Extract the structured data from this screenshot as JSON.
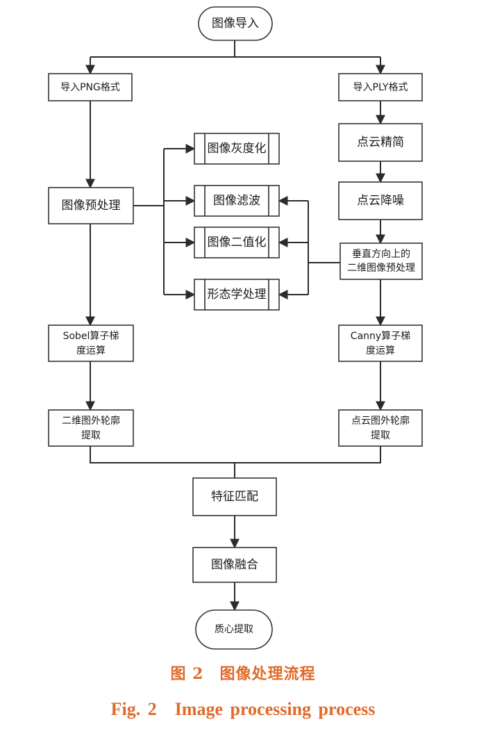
{
  "nodes": [
    {
      "id": "start",
      "label": "图像导入"
    },
    {
      "id": "png",
      "label": "导入PNG格式"
    },
    {
      "id": "ply",
      "label": "导入PLY格式"
    },
    {
      "id": "preprocess",
      "label": "图像预处理"
    },
    {
      "id": "gray",
      "label": "图像灰度化"
    },
    {
      "id": "filter",
      "label": "图像滤波"
    },
    {
      "id": "binary",
      "label": "图像二值化"
    },
    {
      "id": "morph",
      "label": "形态学处理"
    },
    {
      "id": "simplify",
      "label": "点云精简"
    },
    {
      "id": "denoise",
      "label": "点云降噪"
    },
    {
      "id": "vert1",
      "label": "垂直方向上的"
    },
    {
      "id": "vert2",
      "label": "二维图像预处理"
    },
    {
      "id": "sobel1",
      "label": "Sobel算子梯"
    },
    {
      "id": "sobel2",
      "label": "度运算"
    },
    {
      "id": "canny1",
      "label": "Canny算子梯"
    },
    {
      "id": "canny2",
      "label": "度运算"
    },
    {
      "id": "contour2d1",
      "label": "二维图外轮廓"
    },
    {
      "id": "contour2d2",
      "label": "提取"
    },
    {
      "id": "contourpc1",
      "label": "点云图外轮廓"
    },
    {
      "id": "contourpc2",
      "label": "提取"
    },
    {
      "id": "match",
      "label": "特征匹配"
    },
    {
      "id": "fusion",
      "label": "图像融合"
    },
    {
      "id": "end",
      "label": "质心提取"
    }
  ],
  "caption": {
    "cn": "图 2　图像处理流程",
    "en": "Fig. 2　Image processing process"
  }
}
